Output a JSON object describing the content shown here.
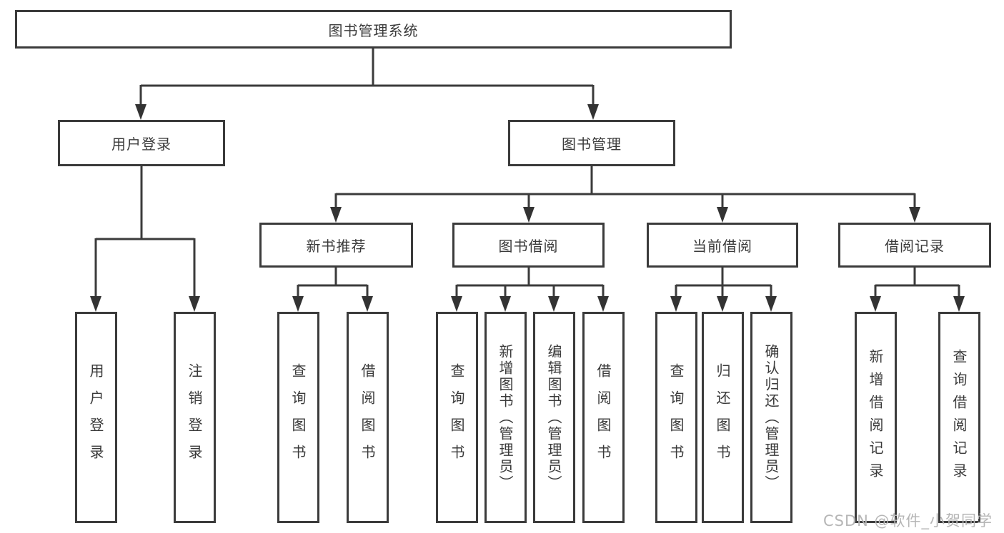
{
  "diagram": {
    "root": {
      "label": "图书管理系统"
    },
    "children": [
      {
        "label": "用户登录",
        "children": [
          {
            "label": "用户登录"
          },
          {
            "label": "注销登录"
          }
        ]
      },
      {
        "label": "图书管理",
        "children": [
          {
            "label": "新书推荐",
            "children": [
              {
                "label": "查询图书"
              },
              {
                "label": "借阅图书"
              }
            ]
          },
          {
            "label": "图书借阅",
            "children": [
              {
                "label": "查询图书"
              },
              {
                "label": "新增图书（管理员）"
              },
              {
                "label": "编辑图书（管理员）"
              },
              {
                "label": "借阅图书"
              }
            ]
          },
          {
            "label": "当前借阅",
            "children": [
              {
                "label": "查询图书"
              },
              {
                "label": "归还图书"
              },
              {
                "label": "确认归还（管理员）"
              }
            ]
          },
          {
            "label": "借阅记录",
            "children": [
              {
                "label": "新增借阅记录"
              },
              {
                "label": "查询借阅记录"
              }
            ]
          }
        ]
      }
    ],
    "watermark": "CSDN @软件_小贺同学",
    "colors": {
      "line": "#3b3b3b",
      "text": "#3a3a3a",
      "watermark": "#b6b6b6",
      "background": "#ffffff"
    }
  }
}
